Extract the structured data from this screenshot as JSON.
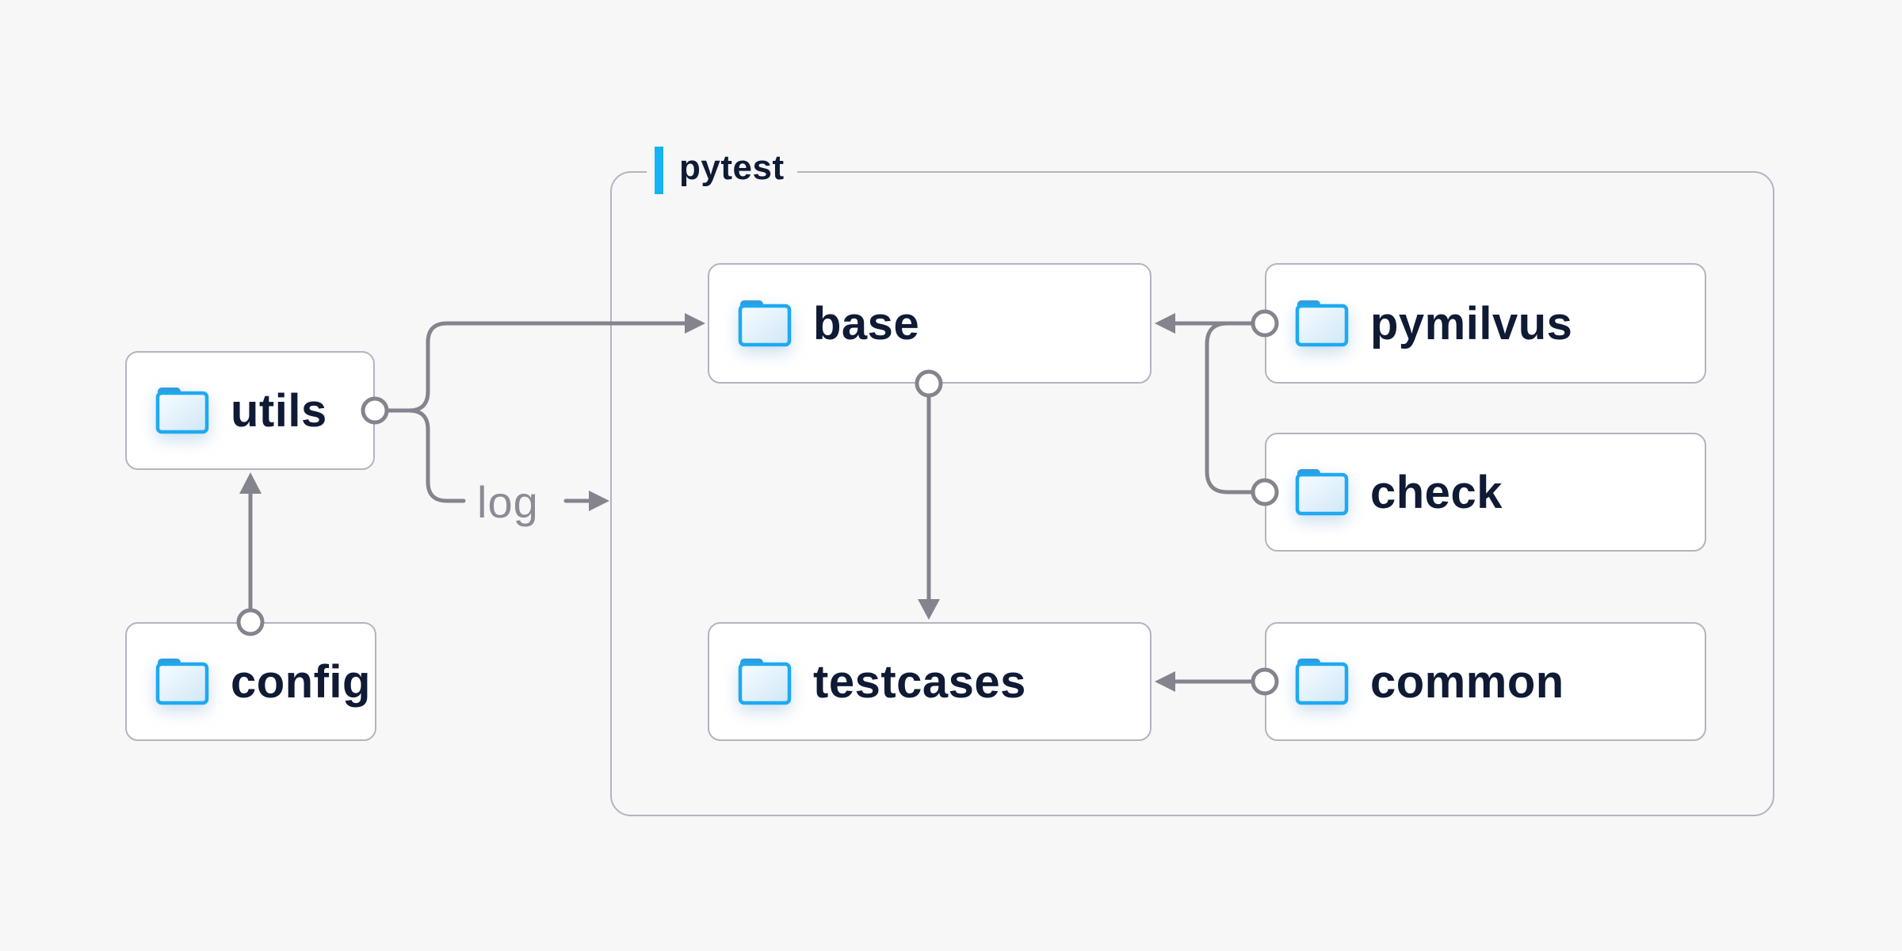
{
  "diagram": {
    "container": {
      "label": "pytest"
    },
    "nodes": {
      "utils": {
        "label": "utils"
      },
      "config": {
        "label": "config"
      },
      "base": {
        "label": "base"
      },
      "pymilvus": {
        "label": "pymilvus"
      },
      "check": {
        "label": "check"
      },
      "testcases": {
        "label": "testcases"
      },
      "common": {
        "label": "common"
      }
    },
    "log_label": "log",
    "edges": [
      {
        "from": "config",
        "to": "utils"
      },
      {
        "from": "utils",
        "to": "base"
      },
      {
        "from": "utils",
        "to": "pytest-container",
        "label": "log"
      },
      {
        "from": "pymilvus",
        "to": "base"
      },
      {
        "from": "check",
        "to": "base"
      },
      {
        "from": "base",
        "to": "testcases"
      },
      {
        "from": "common",
        "to": "testcases"
      }
    ],
    "colors": {
      "background": "#f7f7f8",
      "node_fill": "#ffffff",
      "node_border": "#b4b4c0",
      "connector": "#84848e",
      "accent_blue": "#13b3f5",
      "label_navy": "#0f1a35",
      "log_text_gray": "#8b8b95",
      "folder_stroke": "#1ea9f2",
      "folder_tab": "#2f9de0"
    }
  }
}
